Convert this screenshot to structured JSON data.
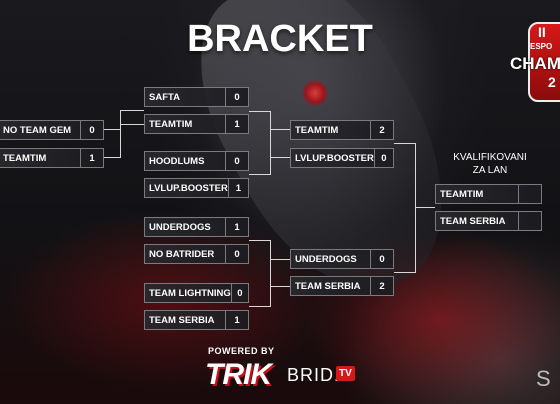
{
  "title": "BRACKET",
  "qualified_label_line1": "KVALIFIKOVANI",
  "qualified_label_line2": "ZA LAN",
  "logo": {
    "top": "II",
    "mid": "ESPO",
    "big": "CHAMP",
    "year": "2"
  },
  "footer": {
    "powered_by": "POWERED BY",
    "trik": "TRIK",
    "brid": "BRID.",
    "tv": "TV",
    "sponsor": "S"
  },
  "round0": [
    {
      "name": "NO TEAM GEM",
      "score": "0"
    },
    {
      "name": "TEAMTIM",
      "score": "1"
    }
  ],
  "round1": [
    {
      "name": "SAFTA",
      "score": "0"
    },
    {
      "name": "TEAMTIM",
      "score": "1"
    },
    {
      "name": "HOODLUMS",
      "score": "0"
    },
    {
      "name": "LVLUP.BOOSTER",
      "score": "1"
    },
    {
      "name": "UNDERDOGS",
      "score": "1"
    },
    {
      "name": "NO BATRIDER",
      "score": "0"
    },
    {
      "name": "TEAM LIGHTNING",
      "score": "0"
    },
    {
      "name": "TEAM SERBIA",
      "score": "1"
    }
  ],
  "round2": [
    {
      "name": "TEAMTIM",
      "score": "2"
    },
    {
      "name": "LVLUP.BOOSTER",
      "score": "0"
    },
    {
      "name": "UNDERDOGS",
      "score": "0"
    },
    {
      "name": "TEAM SERBIA",
      "score": "2"
    }
  ],
  "qualified": [
    {
      "name": "TEAMTIM",
      "score": ""
    },
    {
      "name": "TEAM SERBIA",
      "score": ""
    }
  ]
}
